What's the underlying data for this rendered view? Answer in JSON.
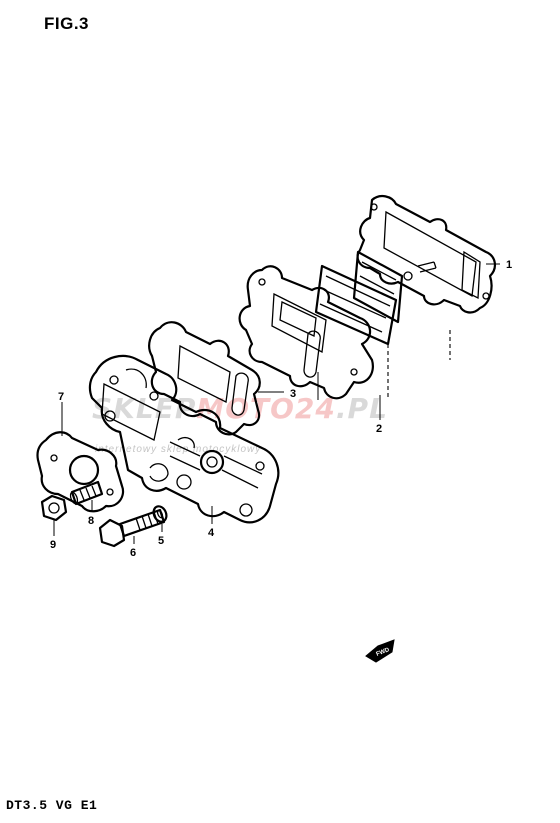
{
  "header": {
    "figure_label": "FIG.3"
  },
  "footer": {
    "model_code": "DT3.5 VG E1"
  },
  "watermark": {
    "brand_part1": "SKLEP",
    "brand_part2": "MOTO24",
    "brand_part3": ".PL",
    "tagline": "internetowy sklep motocyklowy"
  },
  "callouts": {
    "p1": "1",
    "p2": "2",
    "p3": "3",
    "p4": "4",
    "p5": "5",
    "p6": "6",
    "p7": "7",
    "p8": "8",
    "p9": "9"
  },
  "direction_marker": {
    "label": "FWD"
  },
  "colors": {
    "line": "#000000",
    "watermark_red": "#e23b3b",
    "watermark_gray": "#7a7a7a"
  }
}
